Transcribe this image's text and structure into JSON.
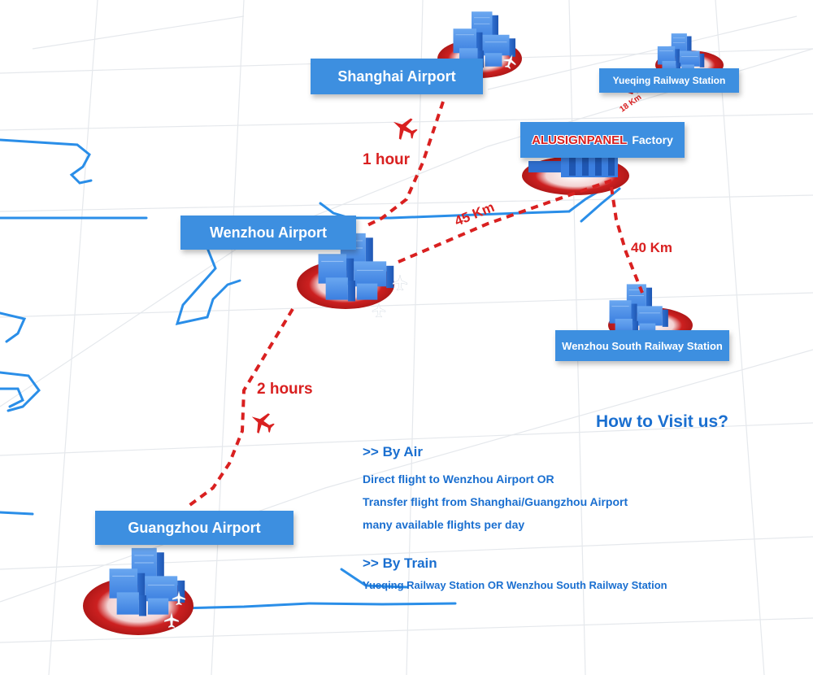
{
  "labels": {
    "shanghai_airport": "Shanghai Airport",
    "yueqing_station": "Yueqing Railway Station",
    "factory_brand": "ALUSIGNPANEL",
    "factory_word": "Factory",
    "wenzhou_airport": "Wenzhou Airport",
    "wenzhou_south_station": "Wenzhou South Railway Station",
    "guangzhou_airport": "Guangzhou Airport"
  },
  "routes": {
    "shanghai_wenzhou": "1 hour",
    "wenzhou_factory": "45 Km",
    "factory_yueqing": "18 Km",
    "factory_wenzhou_south": "40 Km",
    "guangzhou_wenzhou": "2 hours"
  },
  "info": {
    "heading": "How to Visit us?",
    "by_air_title": ">> By Air",
    "by_air_lines": [
      "Direct flight to Wenzhou Airport OR",
      "Transfer flight from Shanghai/Guangzhou Airport",
      "many available flights per day"
    ],
    "by_train_title": ">> By Train",
    "by_train_line": "Yueqing Railway Station OR Wenzhou South Railway Station"
  },
  "colors": {
    "label_blue": "#3d8fe0",
    "route_red": "#d92020",
    "text_blue": "#1a6fd0",
    "river_blue": "#2a8ee8",
    "building_blue": "#3b7fe0"
  },
  "icons": [
    "airplane-icon",
    "building-cluster-icon",
    "target-ring-icon"
  ]
}
